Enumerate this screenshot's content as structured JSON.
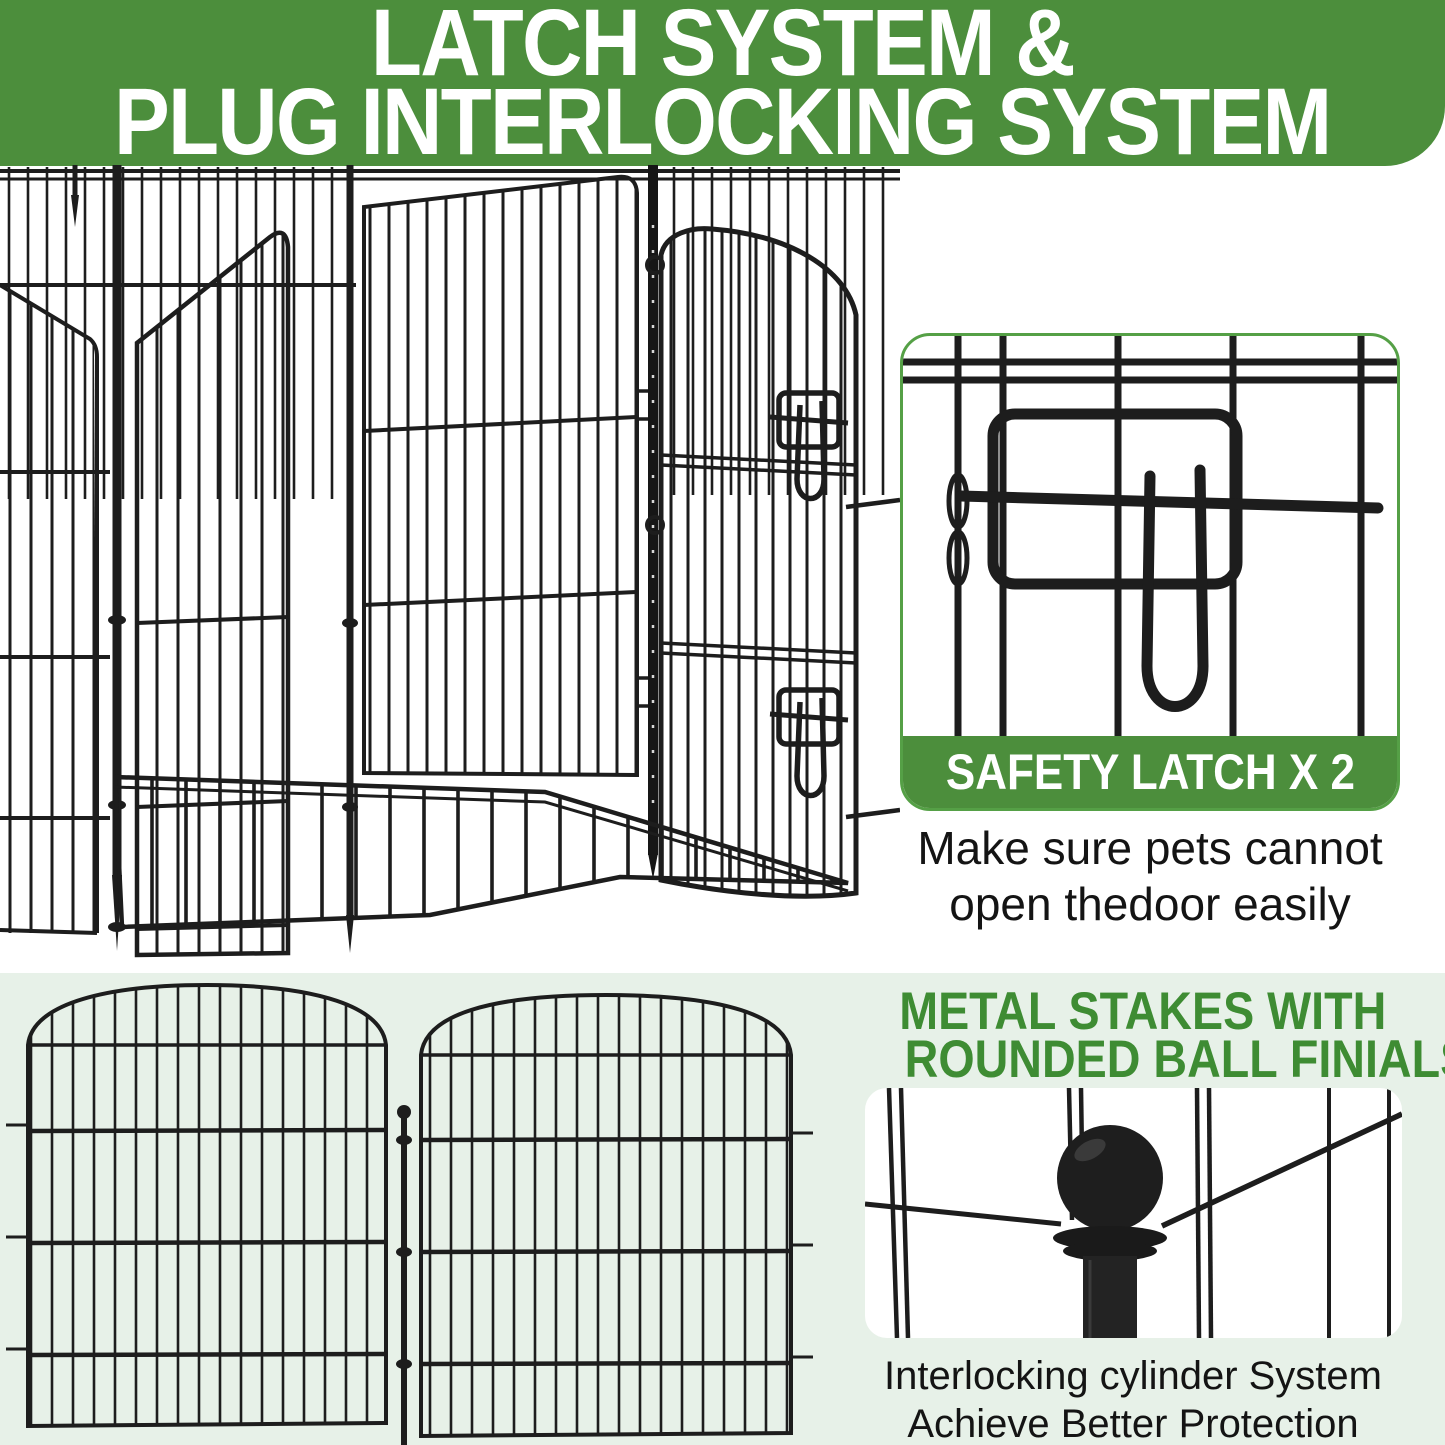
{
  "banner": {
    "line1": "LATCH SYSTEM &",
    "line2": "PLUG INTERLOCKING SYSTEM"
  },
  "latch_feature": {
    "badge": "SAFETY LATCH X 2",
    "caption": [
      "Make sure pets cannot",
      "open thedoor easily"
    ]
  },
  "stake_feature": {
    "heading": [
      "METAL STAKES WITH",
      "ROUNDED BALL FINIALS"
    ],
    "caption": [
      "Interlocking cylinder System",
      "Achieve Better Protection"
    ]
  },
  "photos": {
    "main": "metal-playpen-with-open-door",
    "latch": "safety-latch-closeup",
    "panels": "two-arched-fence-panels-joined-by-stake",
    "stake": "rounded-ball-finial-stake-closeup"
  },
  "colors": {
    "banner_green": "#4c8e3c",
    "badge_green": "#4c8e3c",
    "heading_green": "#3e8c33",
    "card_border_green": "#55a046",
    "light_green_bg": "#e7f1e8",
    "wire_black": "#1d1d1d",
    "text_black": "#141414",
    "white": "#ffffff"
  }
}
